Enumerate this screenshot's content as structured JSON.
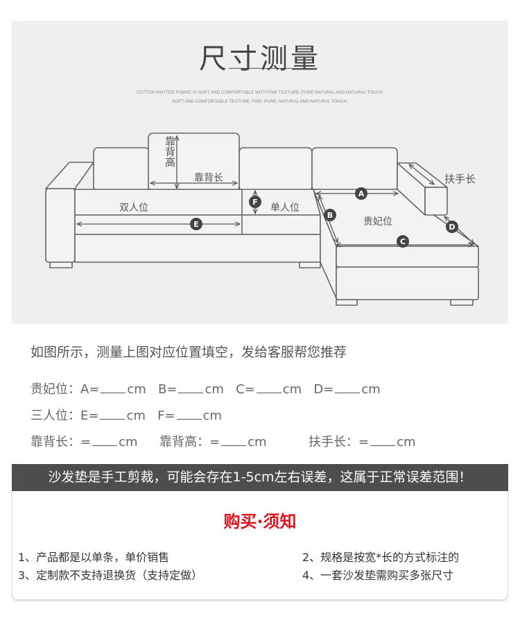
{
  "header": {
    "title": "尺寸测量",
    "subtitle_1": "COTTON KNITTED FABRIC IS SOFT AND COMFORTABLE WITH FINE TEXTURE, PURE NATURAL AND NATURAL TOUCH.",
    "subtitle_2": "SOFT AND COMFORTABLE TEXTURE, FINE, PURE, NATURAL AND NATURAL TOUCH."
  },
  "diagram": {
    "labels": {
      "back_height": "靠背高",
      "back_length": "靠背长",
      "double_seat": "双人位",
      "single_seat": "单人位",
      "chaise": "贵妃位",
      "armrest_length": "扶手长"
    },
    "markers": {
      "a": "A",
      "b": "B",
      "c": "C",
      "d": "D",
      "e": "E",
      "f": "F"
    }
  },
  "instructions": "如图所示，测量上图对应位置填空，发给客服帮您推荐",
  "form": {
    "row1": {
      "label": "贵妃位：",
      "fields": [
        "A=",
        "B=",
        "C=",
        "D="
      ]
    },
    "row2": {
      "label": "三人位：",
      "fields": [
        "E=",
        "F="
      ]
    },
    "row3": {
      "fields": [
        "靠背长：=",
        "靠背高：=",
        "扶手长：="
      ]
    },
    "unit": "cm"
  },
  "banner": "沙发垫是手工剪裁，可能会存在1-5cm左右误差，这属于正常误差范围！",
  "notice": {
    "title": "购买·须知",
    "items": [
      "1、产品都是以单条，单价销售",
      "2、规格是按宽*长的方式标注的",
      "3、定制款不支持退换货（支持定做）",
      "4、一套沙发垫需购买多张尺寸"
    ]
  },
  "colors": {
    "accent": "#e0141e",
    "banner": "#4d4d4d",
    "diagram_bg": "#efefef"
  }
}
